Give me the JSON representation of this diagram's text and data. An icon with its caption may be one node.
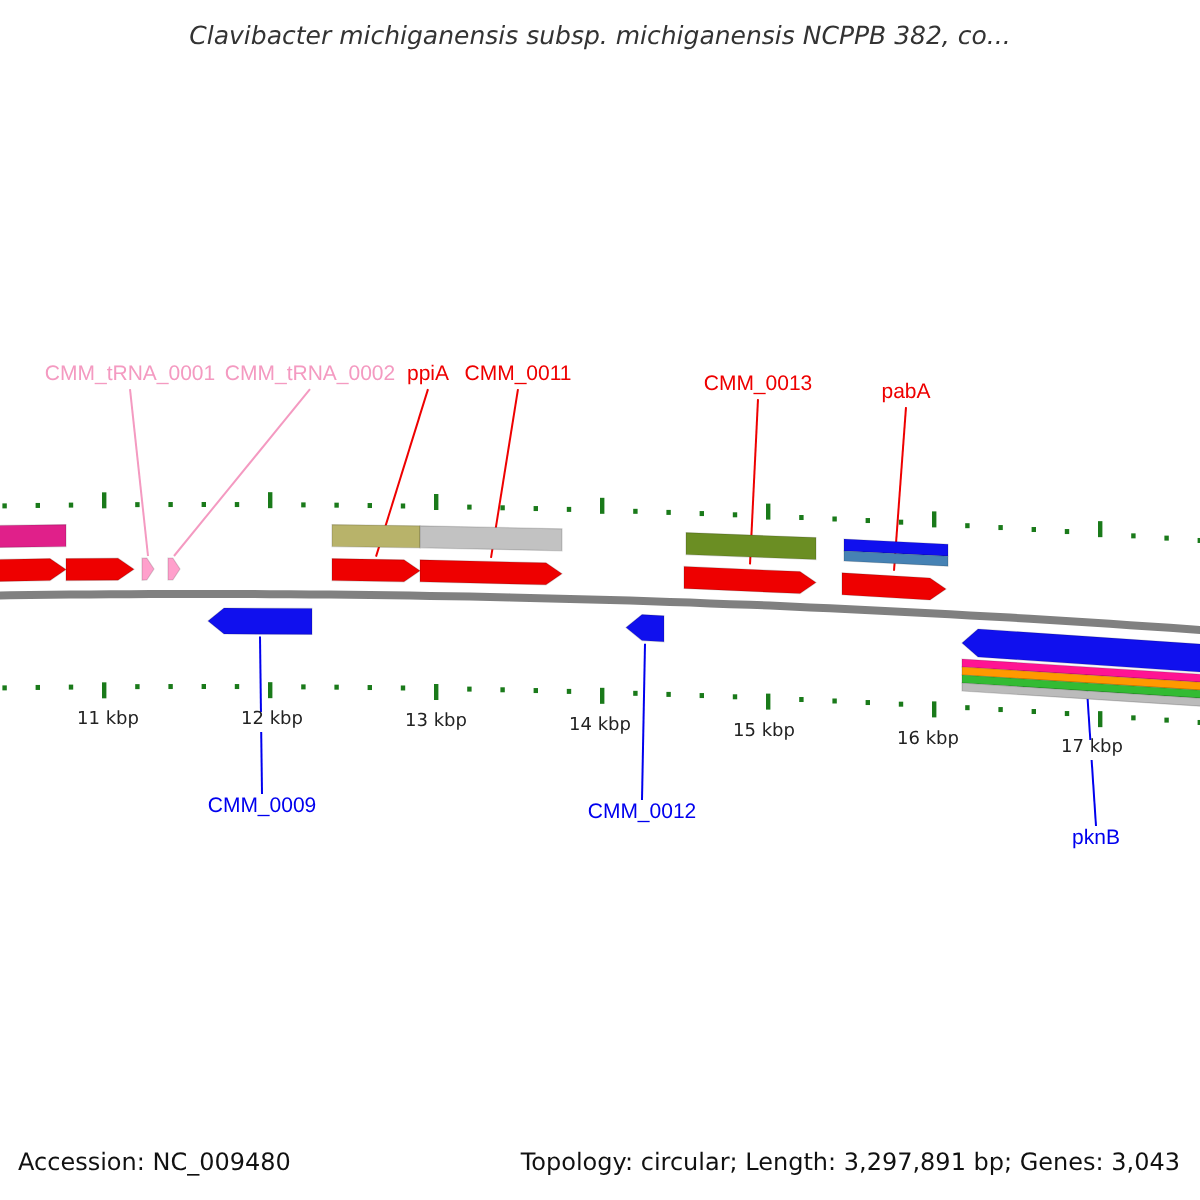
{
  "diagram": {
    "title": "Clavibacter michiganensis subsp. michiganensis NCPPB 382, co...",
    "nodes": [
      {
        "text": [
          "CMM_tRNA_0001"
        ]
      },
      {
        "text": [
          "CMM_tRNA_0002"
        ]
      },
      {
        "text": [
          "ppiA"
        ]
      },
      {
        "text": [
          "CMM_0011"
        ]
      },
      {
        "text": [
          "CMM_0013"
        ]
      },
      {
        "text": [
          "pabA"
        ]
      },
      {
        "text": [
          "CMM_0009"
        ]
      },
      {
        "text": [
          "CMM_0012"
        ]
      },
      {
        "text": [
          "pknB"
        ]
      },
      {
        "text": [],
        "shape": "arrow"
      },
      {
        "text": [],
        "shape": "arrow"
      },
      {
        "text": [],
        "shape": "arrow"
      },
      {
        "text": [],
        "shape": "arrow"
      },
      {
        "text": [],
        "shape": "arrow"
      },
      {
        "text": [],
        "shape": "arrow"
      },
      {
        "text": [],
        "shape": "arrow"
      },
      {
        "text": [],
        "shape": "arrow"
      },
      {
        "text": [],
        "shape": "arrow"
      }
    ],
    "edges": [
      {
        "from": 0,
        "to": 9,
        "arrow": "none",
        "color": "#f49ac1"
      },
      {
        "from": 1,
        "to": 10,
        "arrow": "none",
        "color": "#f49ac1"
      },
      {
        "from": 2,
        "to": 11,
        "arrow": "none"
      },
      {
        "from": 3,
        "to": 12,
        "arrow": "none"
      },
      {
        "from": 4,
        "to": 13,
        "arrow": "none"
      },
      {
        "from": 5,
        "to": 14,
        "arrow": "none"
      },
      {
        "from": 6,
        "to": 15,
        "arrow": "none",
        "color": "#0000ee"
      },
      {
        "from": 7,
        "to": 16,
        "arrow": "none",
        "color": "#0000ee"
      },
      {
        "from": 8,
        "to": 17,
        "arrow": "none",
        "color": "#0000ee"
      }
    ],
    "labels": [
      "11 kbp",
      "12 kbp",
      "13 kbp",
      "14 kbp",
      "15 kbp",
      "16 kbp",
      "17 kbp",
      "Accession: NC_009480",
      "Topology: circular; Length: 3,297,891 bp; Genes: 3,043"
    ]
  }
}
